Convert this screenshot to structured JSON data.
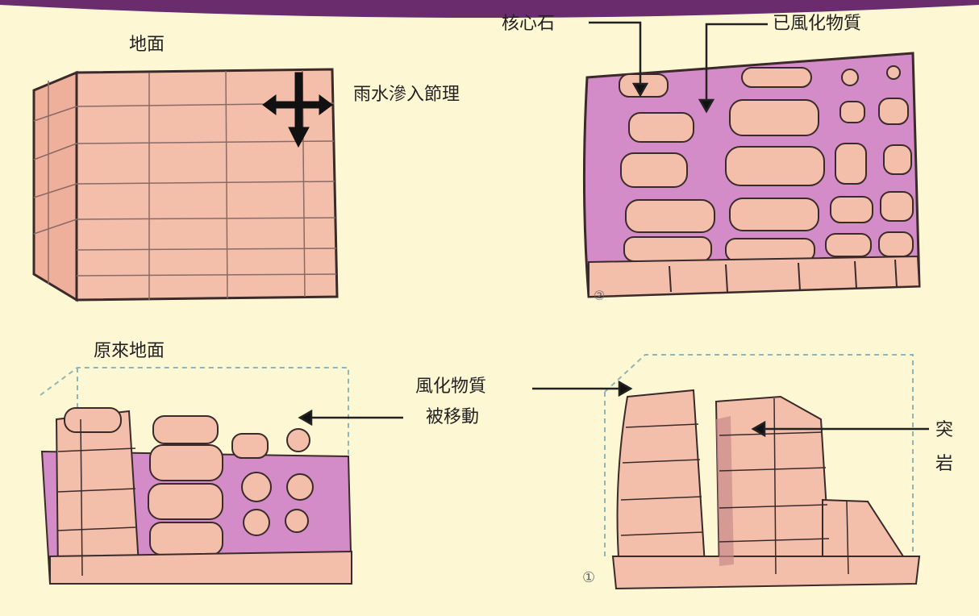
{
  "labels": {
    "ground": "地面",
    "rain_seep": "雨水滲入節理",
    "core_stone": "核心石",
    "weathered_material": "已風化物質",
    "original_ground": "原來地面",
    "removed_1": "風化物質",
    "removed_2": "被移動",
    "tor_1": "突",
    "tor_2": "岩",
    "marker_1": "①",
    "marker_2": "②"
  },
  "colors": {
    "background": "#fdf7d3",
    "rock": "#f4bfaa",
    "weathered": "#d48cc9",
    "outline": "#3a2a2a",
    "dashed": "#8fb6b6",
    "banner": "#6b2c6e"
  }
}
